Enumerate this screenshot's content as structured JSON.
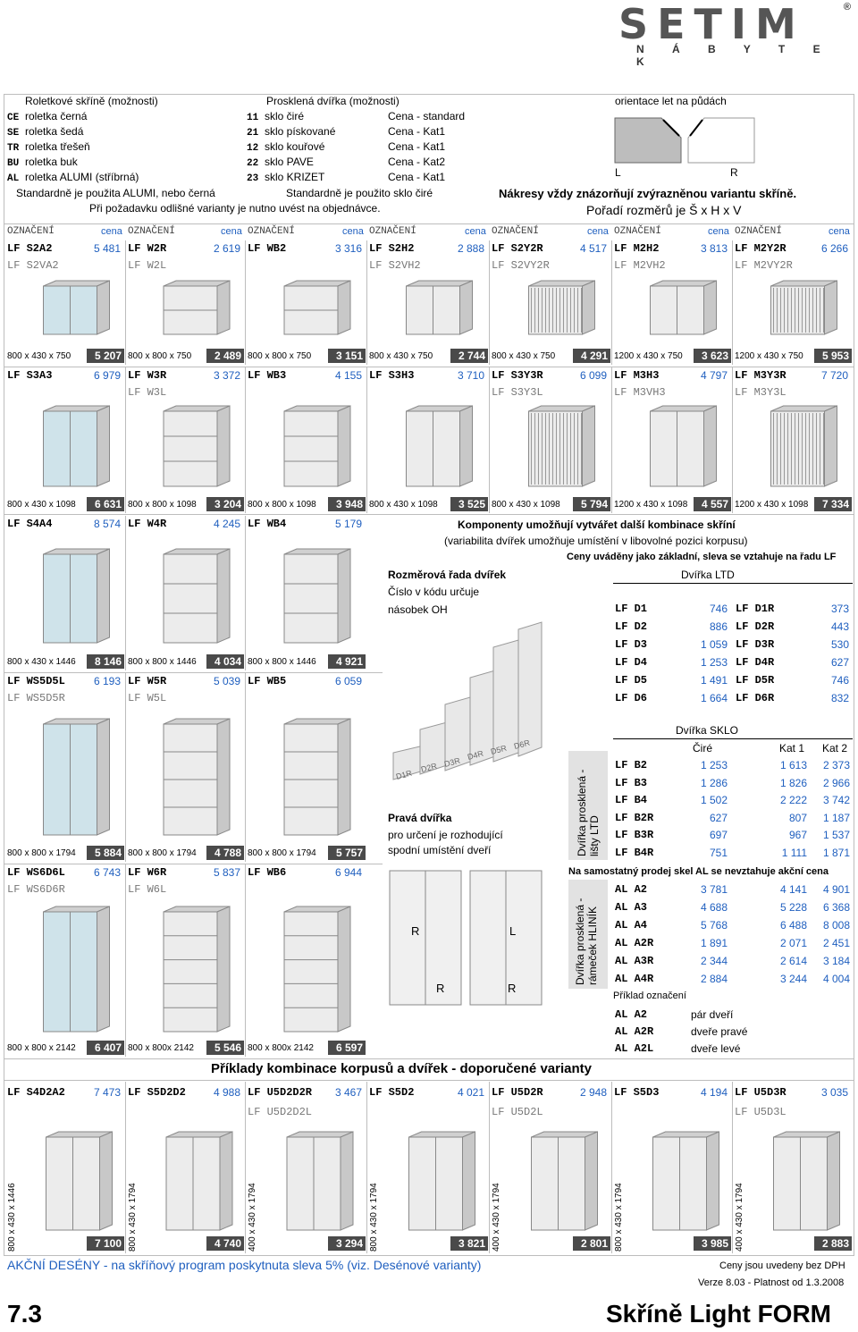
{
  "brand": {
    "name": "SETIM",
    "sub": "N Á B Y T E K",
    "reg": "®"
  },
  "roll": {
    "title": "Roletkové skříně (možnosti)",
    "items": [
      {
        "code": "CE",
        "label": "roletka černá"
      },
      {
        "code": "SE",
        "label": "roletka šedá"
      },
      {
        "code": "TR",
        "label": "roletka třešeň"
      },
      {
        "code": "BU",
        "label": "roletka buk"
      },
      {
        "code": "AL",
        "label": "roletka ALUMI (stříbrná)"
      }
    ],
    "note": "Standardně je použita ALUMI, nebo černá"
  },
  "glass": {
    "title": "Prosklená dvířka (možnosti)",
    "items": [
      {
        "code": "11",
        "label": "sklo čiré",
        "price": "Cena - standard"
      },
      {
        "code": "21",
        "label": "sklo pískované",
        "price": "Cena - Kat1"
      },
      {
        "code": "12",
        "label": "sklo kouřové",
        "price": "Cena - Kat1"
      },
      {
        "code": "22",
        "label": "sklo PAVE",
        "price": "Cena - Kat2"
      },
      {
        "code": "23",
        "label": "sklo KRIZET",
        "price": "Cena - Kat1"
      }
    ],
    "note": "Standardně je použito sklo čiré"
  },
  "variants_note": "Při požadavku odlišné varianty je nutno uvést na objednávce.",
  "orient": {
    "title": "orientace let na půdách",
    "l": "L",
    "r": "R"
  },
  "drawings_note": "Nákresy vždy znázorňují zvýrazněnou variantu skříně.",
  "order_note": "Pořadí rozměrů je Š x H x V",
  "hdr": {
    "code": "OZNAČENÍ",
    "price": "cena"
  },
  "row1": [
    {
      "code": "LF S2A2",
      "price": "5 481",
      "alt": "LF S2VA2",
      "dim": "800 x 430 x 750",
      "dprice": "5 207"
    },
    {
      "code": "LF W2R",
      "price": "2 619",
      "alt": "LF W2L",
      "dim": "800 x 800 x 750",
      "dprice": "2 489"
    },
    {
      "code": "LF WB2",
      "price": "3 316",
      "alt": "",
      "dim": "800 x 800 x 750",
      "dprice": "3 151"
    },
    {
      "code": "LF S2H2",
      "price": "2 888",
      "alt": "LF S2VH2",
      "dim": "800 x 430 x 750",
      "dprice": "2 744"
    },
    {
      "code": "LF S2Y2R",
      "price": "4 517",
      "alt": "LF S2VY2R",
      "dim": "800 x 430 x 750",
      "dprice": "4 291"
    },
    {
      "code": "LF M2H2",
      "price": "3 813",
      "alt": "LF M2VH2",
      "dim": "1200 x 430 x 750",
      "dprice": "3 623"
    },
    {
      "code": "LF M2Y2R",
      "price": "6 266",
      "alt": "LF M2VY2R",
      "dim": "1200 x 430 x 750",
      "dprice": "5 953"
    }
  ],
  "row2": [
    {
      "code": "LF S3A3",
      "price": "6 979",
      "alt": "",
      "dim": "800 x 430 x 1098",
      "dprice": "6 631"
    },
    {
      "code": "LF W3R",
      "price": "3 372",
      "alt": "LF W3L",
      "dim": "800 x 800 x 1098",
      "dprice": "3 204"
    },
    {
      "code": "LF WB3",
      "price": "4 155",
      "alt": "",
      "dim": "800 x 800 x 1098",
      "dprice": "3 948"
    },
    {
      "code": "LF S3H3",
      "price": "3 710",
      "alt": "",
      "dim": "800 x 430 x 1098",
      "dprice": "3 525"
    },
    {
      "code": "LF S3Y3R",
      "price": "6 099",
      "alt": "LF S3Y3L",
      "dim": "800 x 430 x 1098",
      "dprice": "5 794"
    },
    {
      "code": "LF M3H3",
      "price": "4 797",
      "alt": "LF M3VH3",
      "dim": "1200 x 430 x 1098",
      "dprice": "4 557"
    },
    {
      "code": "LF M3Y3R",
      "price": "7 720",
      "alt": "LF M3Y3L",
      "dim": "1200 x 430 x 1098",
      "dprice": "7 334"
    }
  ],
  "row3": [
    {
      "code": "LF S4A4",
      "price": "8 574",
      "alt": "",
      "dim": "800 x 430 x 1446",
      "dprice": "8 146"
    },
    {
      "code": "LF W4R",
      "price": "4 245",
      "alt": "",
      "dim": "800 x 800 x 1446",
      "dprice": "4 034"
    },
    {
      "code": "LF WB4",
      "price": "5 179",
      "alt": "",
      "dim": "800 x 800 x 1446",
      "dprice": "4 921"
    }
  ],
  "row4": [
    {
      "code": "LF WS5D5L",
      "price": "6 193",
      "alt": "LF WS5D5R",
      "dim": "800 x 800 x 1794",
      "dprice": "5 884"
    },
    {
      "code": "LF W5R",
      "price": "5 039",
      "alt": "LF W5L",
      "dim": "800 x 800 x 1794",
      "dprice": "4 788"
    },
    {
      "code": "LF WB5",
      "price": "6 059",
      "alt": "",
      "dim": "800 x 800 x 1794",
      "dprice": "5 757"
    }
  ],
  "row5": [
    {
      "code": "LF WS6D6L",
      "price": "6 743",
      "alt": "LF WS6D6R",
      "dim": "800 x 800 x 2142",
      "dprice": "6 407"
    },
    {
      "code": "LF W6R",
      "price": "5 837",
      "alt": "LF W6L",
      "dim": "800 x 800x 2142",
      "dprice": "5 546"
    },
    {
      "code": "LF WB6",
      "price": "6 944",
      "alt": "",
      "dim": "800 x 800x 2142",
      "dprice": "6 597"
    }
  ],
  "comp": {
    "title": "Komponenty umožňují vytvářet další kombinace skříní",
    "sub": "(variabilita dvířek umožňuje umístění v libovolné pozici korpusu)",
    "prices_note": "Ceny uváděny jako základní, sleva se vztahuje na řadu LF",
    "series": "Rozměrová řada dvířek",
    "code_note": "Číslo v kódu určuje",
    "multiple": "násobek OH",
    "ltd_title": "Dvířka LTD",
    "ltd": [
      {
        "c1": "LF D1",
        "p1": "746",
        "c2": "LF D1R",
        "p2": "373"
      },
      {
        "c1": "LF D2",
        "p1": "886",
        "c2": "LF D2R",
        "p2": "443"
      },
      {
        "c1": "LF D3",
        "p1": "1 059",
        "c2": "LF D3R",
        "p2": "530"
      },
      {
        "c1": "LF D4",
        "p1": "1 253",
        "c2": "LF D4R",
        "p2": "627"
      },
      {
        "c1": "LF D5",
        "p1": "1 491",
        "c2": "LF D5R",
        "p2": "746"
      },
      {
        "c1": "LF D6",
        "p1": "1 664",
        "c2": "LF D6R",
        "p2": "832"
      }
    ],
    "door_labels": [
      "D1R",
      "D2R",
      "D3R",
      "D4R",
      "D5R",
      "D6R"
    ],
    "right_door": "Pravá dvířka",
    "right_note1": "pro určení je rozhodující",
    "right_note2": "spodní umístění dveří",
    "glass_title": "Dvířka SKLO",
    "glass_cols": [
      "Čiré",
      "Kat 1",
      "Kat 2"
    ],
    "side1": "Dvířka prosklená - lišty LTD",
    "glass": [
      {
        "c": "LF B2",
        "a": "1 253",
        "b": "1 613",
        "d": "2 373"
      },
      {
        "c": "LF B3",
        "a": "1 286",
        "b": "1 826",
        "d": "2 966"
      },
      {
        "c": "LF B4",
        "a": "1 502",
        "b": "2 222",
        "d": "3 742"
      },
      {
        "c": "LF B2R",
        "a": "627",
        "b": "807",
        "d": "1 187"
      },
      {
        "c": "LF B3R",
        "a": "697",
        "b": "967",
        "d": "1 537"
      },
      {
        "c": "LF B4R",
        "a": "751",
        "b": "1 111",
        "d": "1 871"
      }
    ],
    "al_note": "Na samostatný prodej skel AL se nevztahuje akční cena",
    "side2": "Dvířka prosklená - rámeček HLINÍK",
    "al": [
      {
        "c": "AL A2",
        "a": "3 781",
        "b": "4 141",
        "d": "4 901"
      },
      {
        "c": "AL A3",
        "a": "4 688",
        "b": "5 228",
        "d": "6 368"
      },
      {
        "c": "AL A4",
        "a": "5 768",
        "b": "6 488",
        "d": "8 008"
      },
      {
        "c": "AL A2R",
        "a": "1 891",
        "b": "2 071",
        "d": "2 451"
      },
      {
        "c": "AL A3R",
        "a": "2 344",
        "b": "2 614",
        "d": "3 184"
      },
      {
        "c": "AL A4R",
        "a": "2 884",
        "b": "3 244",
        "d": "4 004"
      }
    ],
    "example_title": "Příklad označení",
    "examples": [
      {
        "c": "AL A2",
        "t": "pár dveří"
      },
      {
        "c": "AL A2R",
        "t": "dveře pravé"
      },
      {
        "c": "AL A2L",
        "t": "dveře levé"
      }
    ]
  },
  "combo_title": "Příklady kombinace korpusů a dvířek - doporučené varianty",
  "row6": [
    {
      "code": "LF S4D2A2",
      "price": "7 473",
      "alt": "",
      "dim": "800 x 430 x 1446",
      "dprice": "7 100"
    },
    {
      "code": "LF S5D2D2",
      "price": "4 988",
      "alt": "",
      "dim": "800 x 430 x 1794",
      "dprice": "4 740"
    },
    {
      "code": "LF U5D2D2R",
      "price": "3 467",
      "alt": "LF U5D2D2L",
      "dim": "400 x 430 x 1794",
      "dprice": "3 294"
    },
    {
      "code": "LF S5D2",
      "price": "4 021",
      "alt": "",
      "dim": "800 x 430 x 1794",
      "dprice": "3 821"
    },
    {
      "code": "LF U5D2R",
      "price": "2 948",
      "alt": "LF U5D2L",
      "dim": "400 x 430 x 1794",
      "dprice": "2 801"
    },
    {
      "code": "LF S5D3",
      "price": "4 194",
      "alt": "",
      "dim": "800 x 430 x 1794",
      "dprice": "3 985"
    },
    {
      "code": "LF U5D3R",
      "price": "3 035",
      "alt": "LF U5D3L",
      "dim": "400 x 430 x 1794",
      "dprice": "2 883"
    }
  ],
  "action": "AKČNÍ DESÉNY - na skříňový program poskytnuta sleva 5% (viz. Desénové varianty)",
  "vat": "Ceny jsou uvedeny bez DPH",
  "version": "Verze 8.03 - Platnost od 1.3.2008",
  "page_num": "7.3",
  "page_title": "Skříně Light FORM"
}
